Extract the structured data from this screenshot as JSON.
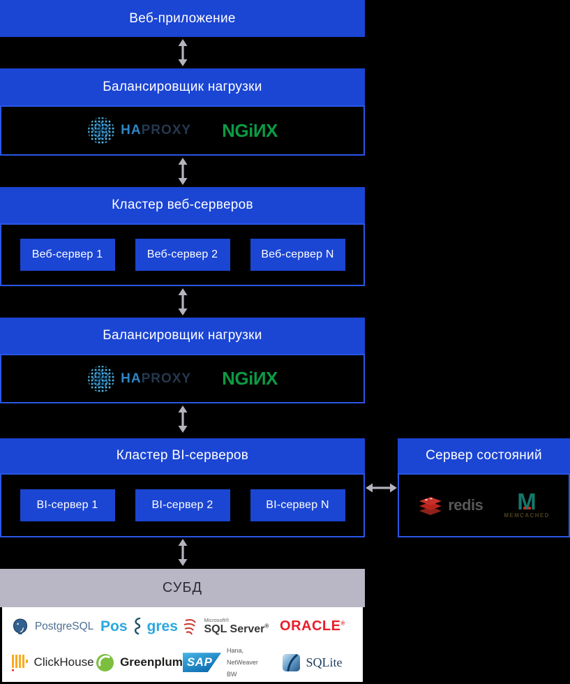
{
  "diagram": {
    "web_app": {
      "title": "Веб-приложение"
    },
    "load_balancer": {
      "title": "Балансировщик нагрузки",
      "haproxy": {
        "ha": "HA",
        "proxy": "PROXY"
      },
      "nginx": {
        "wordmark": "NGiИX"
      }
    },
    "web_cluster": {
      "title": "Кластер веб-серверов",
      "servers": [
        "Веб-сервер 1",
        "Веб-сервер 2",
        "Веб-сервер N"
      ]
    },
    "bi_cluster": {
      "title": "Кластер BI-серверов",
      "servers": [
        "BI-сервер 1",
        "BI-сервер 2",
        "BI-сервер N"
      ]
    },
    "state_server": {
      "title": "Сервер состояний",
      "redis": {
        "wordmark": "redis"
      },
      "memcached": {
        "m": "M",
        "wordmark": "MEMCACHED"
      }
    },
    "dbms": {
      "title": "СУБД",
      "postgresql": {
        "wordmark": "PostgreSQL"
      },
      "postgres": {
        "pre": "Pos",
        "post": "gres"
      },
      "sqlserver": {
        "brand": "Microsoft®",
        "name": "SQL Server",
        "mark": "®"
      },
      "oracle": {
        "wordmark": "ORACLE",
        "mark": "®"
      },
      "clickhouse": {
        "wordmark": "ClickHouse"
      },
      "greenplum": {
        "wordmark": "Greenplum"
      },
      "sap": {
        "logo": "SAP",
        "line1": "Hana,",
        "line2": "NetWeaver BW"
      },
      "sqlite": {
        "wordmark": "SQLite"
      }
    }
  },
  "colors": {
    "background": "#000000",
    "accent_blue": "#1b45d3",
    "border_blue": "#2a57e8",
    "arrow_gray": "#b5b3be",
    "dbms_header_bg": "#b9b7c6",
    "dbms_header_text": "#2d2c34",
    "nginx_green": "#0c9a44",
    "haproxy_blue": "#2e86c5",
    "haproxy_navy": "#24384f",
    "redis_red": "#c6302b",
    "memcached_teal": "#15786b",
    "oracle_red": "#e81e2b",
    "clickhouse_amber": "#fbab1f",
    "greenplum_green": "#7cbf3f"
  }
}
